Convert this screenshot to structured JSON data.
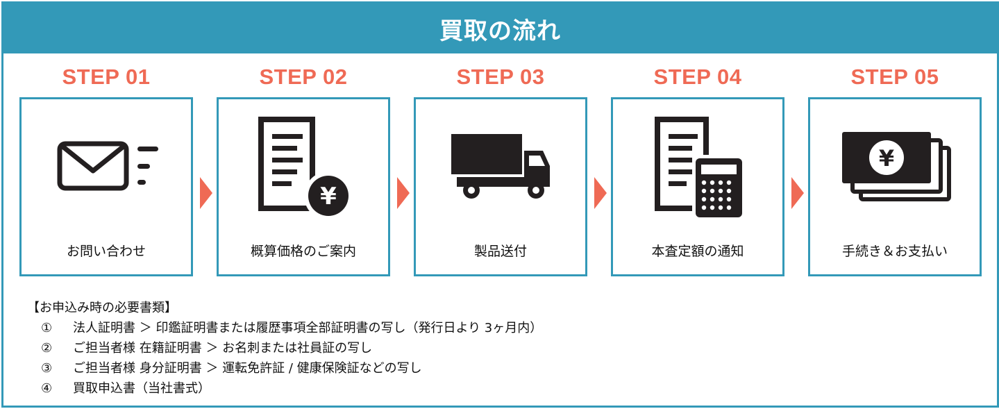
{
  "header": {
    "title": "買取の流れ"
  },
  "steps": [
    {
      "label": "STEP 01",
      "text": "お問い合わせ",
      "icon": "mail-icon"
    },
    {
      "label": "STEP 02",
      "text": "概算価格のご案内",
      "icon": "estimate-document-icon"
    },
    {
      "label": "STEP 03",
      "text": "製品送付",
      "icon": "truck-icon"
    },
    {
      "label": "STEP 04",
      "text": "本査定額の通知",
      "icon": "calculator-document-icon"
    },
    {
      "label": "STEP 05",
      "text": "手続き＆お支払い",
      "icon": "money-icon"
    }
  ],
  "requirements": {
    "title": "【お申込み時の必要書類】",
    "items": [
      {
        "num": "①",
        "text": "法人証明書 ＞ 印鑑証明書または履歴事項全部証明書の写し（発行日より 3ヶ月内）"
      },
      {
        "num": "②",
        "text": "ご担当者様 在籍証明書 ＞ お名刺または社員証の写し"
      },
      {
        "num": "③",
        "text": "ご担当者様 身分証明書 ＞ 運転免許証 / 健康保険証などの写し"
      },
      {
        "num": "④",
        "text": "買取申込書（当社書式）"
      }
    ]
  },
  "colors": {
    "accent": "#3399b8",
    "step": "#ef6a55",
    "icon": "#231f20"
  }
}
